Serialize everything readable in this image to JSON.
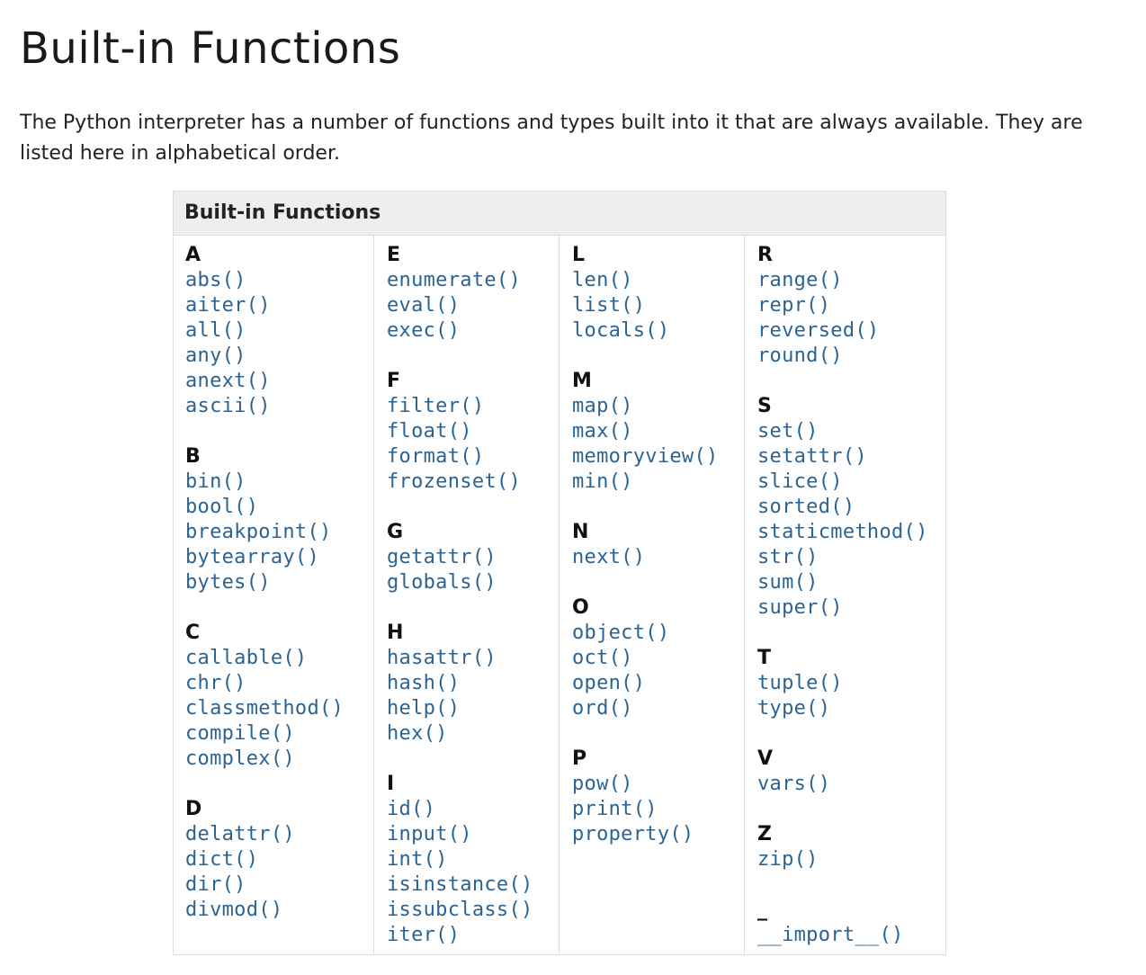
{
  "page": {
    "title": "Built-in Functions",
    "intro": "The Python interpreter has a number of functions and types built into it that are always available. They are listed here in alphabetical order."
  },
  "table": {
    "caption": "Built-in Functions",
    "columns": [
      {
        "groups": [
          {
            "letter": "A",
            "items": [
              "abs()",
              "aiter()",
              "all()",
              "any()",
              "anext()",
              "ascii()"
            ]
          },
          {
            "letter": "B",
            "items": [
              "bin()",
              "bool()",
              "breakpoint()",
              "bytearray()",
              "bytes()"
            ]
          },
          {
            "letter": "C",
            "items": [
              "callable()",
              "chr()",
              "classmethod()",
              "compile()",
              "complex()"
            ]
          },
          {
            "letter": "D",
            "items": [
              "delattr()",
              "dict()",
              "dir()",
              "divmod()"
            ]
          }
        ]
      },
      {
        "groups": [
          {
            "letter": "E",
            "items": [
              "enumerate()",
              "eval()",
              "exec()"
            ]
          },
          {
            "letter": "F",
            "items": [
              "filter()",
              "float()",
              "format()",
              "frozenset()"
            ]
          },
          {
            "letter": "G",
            "items": [
              "getattr()",
              "globals()"
            ]
          },
          {
            "letter": "H",
            "items": [
              "hasattr()",
              "hash()",
              "help()",
              "hex()"
            ]
          },
          {
            "letter": "I",
            "items": [
              "id()",
              "input()",
              "int()",
              "isinstance()",
              "issubclass()",
              "iter()"
            ]
          }
        ]
      },
      {
        "groups": [
          {
            "letter": "L",
            "items": [
              "len()",
              "list()",
              "locals()"
            ]
          },
          {
            "letter": "M",
            "items": [
              "map()",
              "max()",
              "memoryview()",
              "min()"
            ]
          },
          {
            "letter": "N",
            "items": [
              "next()"
            ]
          },
          {
            "letter": "O",
            "items": [
              "object()",
              "oct()",
              "open()",
              "ord()"
            ]
          },
          {
            "letter": "P",
            "items": [
              "pow()",
              "print()",
              "property()"
            ]
          }
        ]
      },
      {
        "groups": [
          {
            "letter": "R",
            "items": [
              "range()",
              "repr()",
              "reversed()",
              "round()"
            ]
          },
          {
            "letter": "S",
            "items": [
              "set()",
              "setattr()",
              "slice()",
              "sorted()",
              "staticmethod()",
              "str()",
              "sum()",
              "super()"
            ]
          },
          {
            "letter": "T",
            "items": [
              "tuple()",
              "type()"
            ]
          },
          {
            "letter": "V",
            "items": [
              "vars()"
            ]
          },
          {
            "letter": "Z",
            "items": [
              "zip()"
            ]
          },
          {
            "letter": "_",
            "items": [
              "__import__()"
            ]
          }
        ]
      }
    ]
  },
  "colors": {
    "link": "#2b6494",
    "caption_bg": "#eeeeee",
    "border": "#dddddd"
  }
}
